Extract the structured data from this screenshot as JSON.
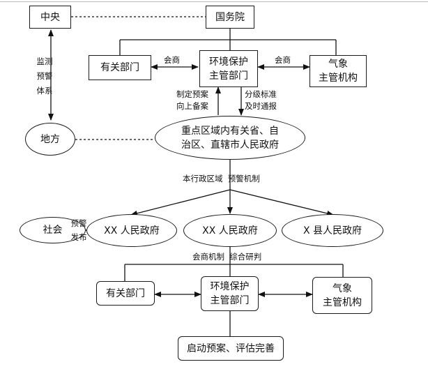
{
  "nodes": {
    "central": "中央",
    "state_council": "国务院",
    "relevant_dept_top": "有关部门",
    "env_protection_top": "环境保护\n主管部门",
    "meteorology_top": "气象\n主管机构",
    "local": "地方",
    "key_region_govs": "重点区域内有关省、自\n治区、直辖市人民政府",
    "xx_gov_left": "XX 人民政府",
    "xx_gov_mid": "XX 人民政府",
    "x_county_gov": "X 县人民政府",
    "society": "社会",
    "relevant_dept_bottom": "有关部门",
    "env_protection_bottom": "环境保护\n主管部门",
    "meteorology_bottom": "气象\n主管机构",
    "start_plan": "启动预案、评估完善"
  },
  "labels": {
    "monitoring_system": "监测\n预警\n体系",
    "consult_left": "会商",
    "consult_right": "会商",
    "formulate_plan": "制定预案\n向上备案",
    "graded_standard": "分级标准\n及时通报",
    "region_warning": "本行政区域  预警机制",
    "publish_warning": "预警\n发布",
    "consult_mechanism": "会商机制  综合研判"
  }
}
